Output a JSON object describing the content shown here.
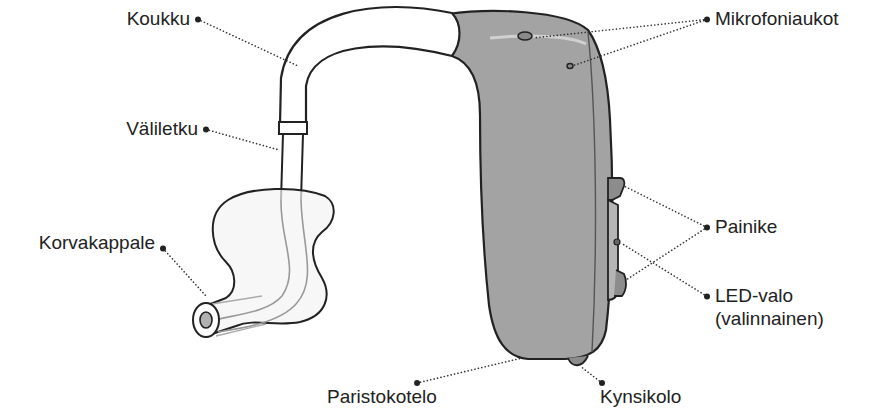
{
  "diagram": {
    "labels": [
      "Koukku",
      "Väliletku",
      "Korvakappale",
      "Mikrofoniaukot",
      "Painike",
      "LED-valo (valinnainen)",
      "Paristokotelo",
      "Kynsikolo"
    ]
  }
}
